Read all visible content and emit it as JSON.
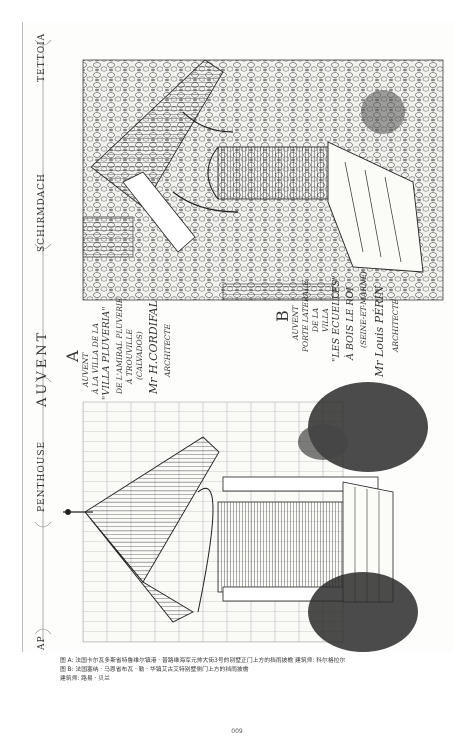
{
  "plate": {
    "strip_labels": {
      "left": "AUVENT",
      "penthouse": "PENTHOUSE",
      "schirmdach": "SCHIRMDACH",
      "tettoia": "TETTOIA",
      "ap": "AP"
    },
    "label_a": {
      "letter": "A",
      "line1": "AUVENT",
      "line2": "À LA VILLA DE LA",
      "line3": "\"VILLA PLUVERIA\"",
      "line4": "DE L'AMIRAL PLUVERIE",
      "line5": "À TROUVILLE",
      "line6": "(CALVADOS)",
      "arch": "Mr H.CORDIFAL",
      "role": "ARCHITECTE"
    },
    "label_b": {
      "letter": "B",
      "line1": "AUVENT",
      "line2": "PORTE LATERALE",
      "line3": "DE LA",
      "line4": "VILLA",
      "line5": "\"LES ECUELLES\"",
      "line6": "À BOIS LE ROI",
      "line7": "(SEINE-ET-MARNE)",
      "arch": "Mr Louis PÉRIN",
      "role": "ARCHITECTE"
    }
  },
  "caption": {
    "line1": "图 A: 法国卡尔瓦多斯省特鲁维尔镇港 · 普路维海军元帅大街3号的别墅正门上方的挡雨披檐 建筑师: 科尔格拉尔",
    "line2": "图 B: 法国塞纳 · 马恩省布瓦 · 勒 · 华镇艾古艾特别墅侧门上方的挡雨披檐",
    "line3": "建筑师: 路易 · 贝兰"
  },
  "page_number": "009"
}
